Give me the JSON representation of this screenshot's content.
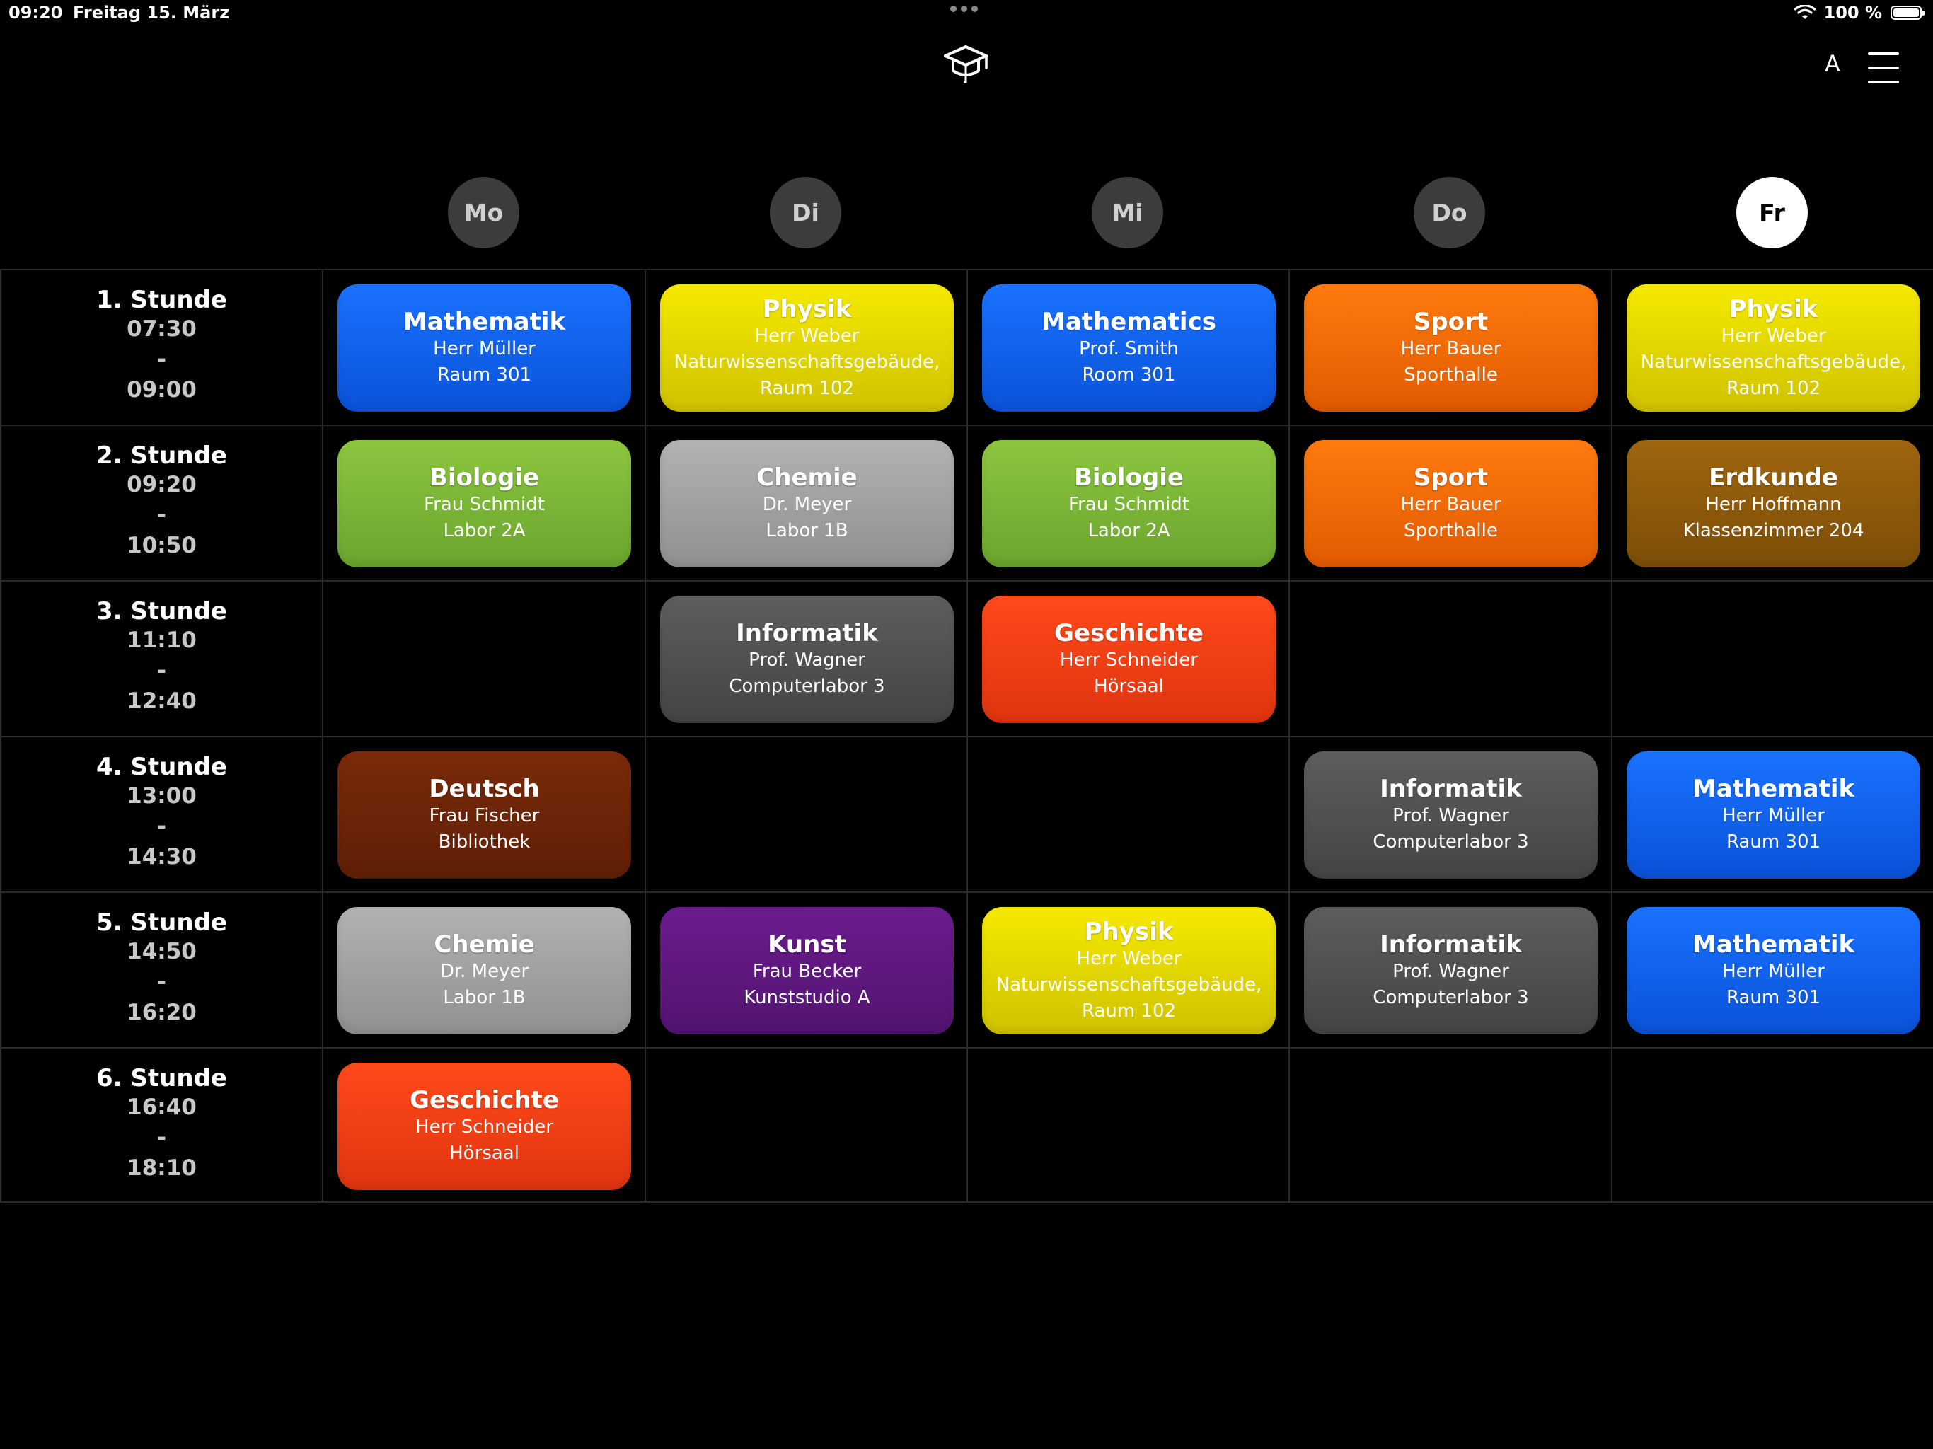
{
  "status_bar": {
    "time": "09:20",
    "date": "Freitag 15. März",
    "battery_text": "100 %",
    "battery_level": 1.0
  },
  "toolbar": {
    "font_button_label": "A"
  },
  "days": [
    {
      "label": "Mo",
      "active": false
    },
    {
      "label": "Di",
      "active": false
    },
    {
      "label": "Mi",
      "active": false
    },
    {
      "label": "Do",
      "active": false
    },
    {
      "label": "Fr",
      "active": true
    }
  ],
  "periods": [
    {
      "label": "1. Stunde",
      "start": "07:30",
      "sep": "-",
      "end": "09:00"
    },
    {
      "label": "2. Stunde",
      "start": "09:20",
      "sep": "-",
      "end": "10:50"
    },
    {
      "label": "3. Stunde",
      "start": "11:10",
      "sep": "-",
      "end": "12:40"
    },
    {
      "label": "4. Stunde",
      "start": "13:00",
      "sep": "-",
      "end": "14:30"
    },
    {
      "label": "5. Stunde",
      "start": "14:50",
      "sep": "-",
      "end": "16:20"
    },
    {
      "label": "6. Stunde",
      "start": "16:40",
      "sep": "-",
      "end": "18:10"
    }
  ],
  "colors": {
    "blue": "#1a72ff",
    "yellow": "#f5ea00",
    "orange": "#ff7a0e",
    "green": "#8cc63f",
    "silver": "#b2b2b2",
    "olive": "#a0660f",
    "dark_gray": "#5d5d5d",
    "red": "#ff4a1a",
    "brown": "#7a2a0a",
    "purple": "#6c1c8e"
  },
  "lessons": {
    "p1": {
      "mo": {
        "subject": "Mathematik",
        "teacher": "Herr Müller",
        "room": "Raum 301"
      },
      "di": {
        "subject": "Physik",
        "teacher": "Herr Weber",
        "room": "Naturwissenschaftsgebäude, Raum 102"
      },
      "mi": {
        "subject": "Mathematics",
        "teacher": "Prof. Smith",
        "room": "Room 301"
      },
      "do": {
        "subject": "Sport",
        "teacher": "Herr Bauer",
        "room": "Sporthalle"
      },
      "fr": {
        "subject": "Physik",
        "teacher": "Herr Weber",
        "room": "Naturwissenschaftsgebäude, Raum 102"
      }
    },
    "p2": {
      "mo": {
        "subject": "Biologie",
        "teacher": "Frau Schmidt",
        "room": "Labor 2A"
      },
      "di": {
        "subject": "Chemie",
        "teacher": "Dr. Meyer",
        "room": "Labor 1B"
      },
      "mi": {
        "subject": "Biologie",
        "teacher": "Frau Schmidt",
        "room": "Labor 2A"
      },
      "do": {
        "subject": "Sport",
        "teacher": "Herr Bauer",
        "room": "Sporthalle"
      },
      "fr": {
        "subject": "Erdkunde",
        "teacher": "Herr Hoffmann",
        "room": "Klassenzimmer 204"
      }
    },
    "p3": {
      "di": {
        "subject": "Informatik",
        "teacher": "Prof. Wagner",
        "room": "Computerlabor 3"
      },
      "mi": {
        "subject": "Geschichte",
        "teacher": "Herr Schneider",
        "room": "Hörsaal"
      }
    },
    "p4": {
      "mo": {
        "subject": "Deutsch",
        "teacher": "Frau Fischer",
        "room": "Bibliothek"
      },
      "do": {
        "subject": "Informatik",
        "teacher": "Prof. Wagner",
        "room": "Computerlabor 3"
      },
      "fr": {
        "subject": "Mathematik",
        "teacher": "Herr Müller",
        "room": "Raum 301"
      }
    },
    "p5": {
      "mo": {
        "subject": "Chemie",
        "teacher": "Dr. Meyer",
        "room": "Labor 1B"
      },
      "di": {
        "subject": "Kunst",
        "teacher": "Frau Becker",
        "room": "Kunststudio A"
      },
      "mi": {
        "subject": "Physik",
        "teacher": "Herr Weber",
        "room": "Naturwissenschaftsgebäude, Raum 102"
      },
      "do": {
        "subject": "Informatik",
        "teacher": "Prof. Wagner",
        "room": "Computerlabor 3"
      },
      "fr": {
        "subject": "Mathematik",
        "teacher": "Herr Müller",
        "room": "Raum 301"
      }
    },
    "p6": {
      "mo": {
        "subject": "Geschichte",
        "teacher": "Herr Schneider",
        "room": "Hörsaal"
      }
    }
  }
}
